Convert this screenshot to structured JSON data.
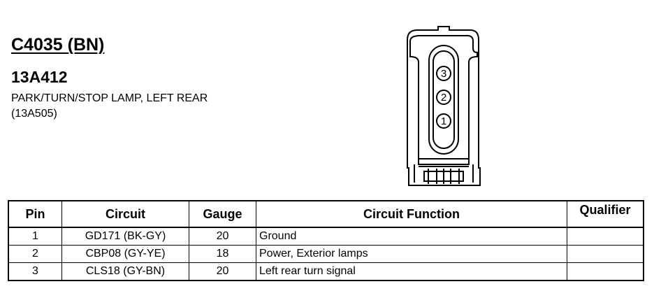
{
  "header": {
    "connector_id": "C4035 (BN)",
    "part_number": "13A412",
    "description_line1": "PARK/TURN/STOP LAMP, LEFT REAR",
    "description_line2": "(13A505)"
  },
  "connector": {
    "pin_labels": [
      "3",
      "2",
      "1"
    ]
  },
  "table": {
    "headers": {
      "pin": "Pin",
      "circuit": "Circuit",
      "gauge": "Gauge",
      "function": "Circuit Function",
      "qualifier": "Qualifier"
    },
    "rows": [
      {
        "pin": "1",
        "circuit": "GD171 (BK-GY)",
        "gauge": "20",
        "function": "Ground",
        "qualifier": ""
      },
      {
        "pin": "2",
        "circuit": "CBP08 (GY-YE)",
        "gauge": "18",
        "function": "Power, Exterior lamps",
        "qualifier": ""
      },
      {
        "pin": "3",
        "circuit": "CLS18 (GY-BN)",
        "gauge": "20",
        "function": "Left rear turn signal",
        "qualifier": ""
      }
    ]
  }
}
